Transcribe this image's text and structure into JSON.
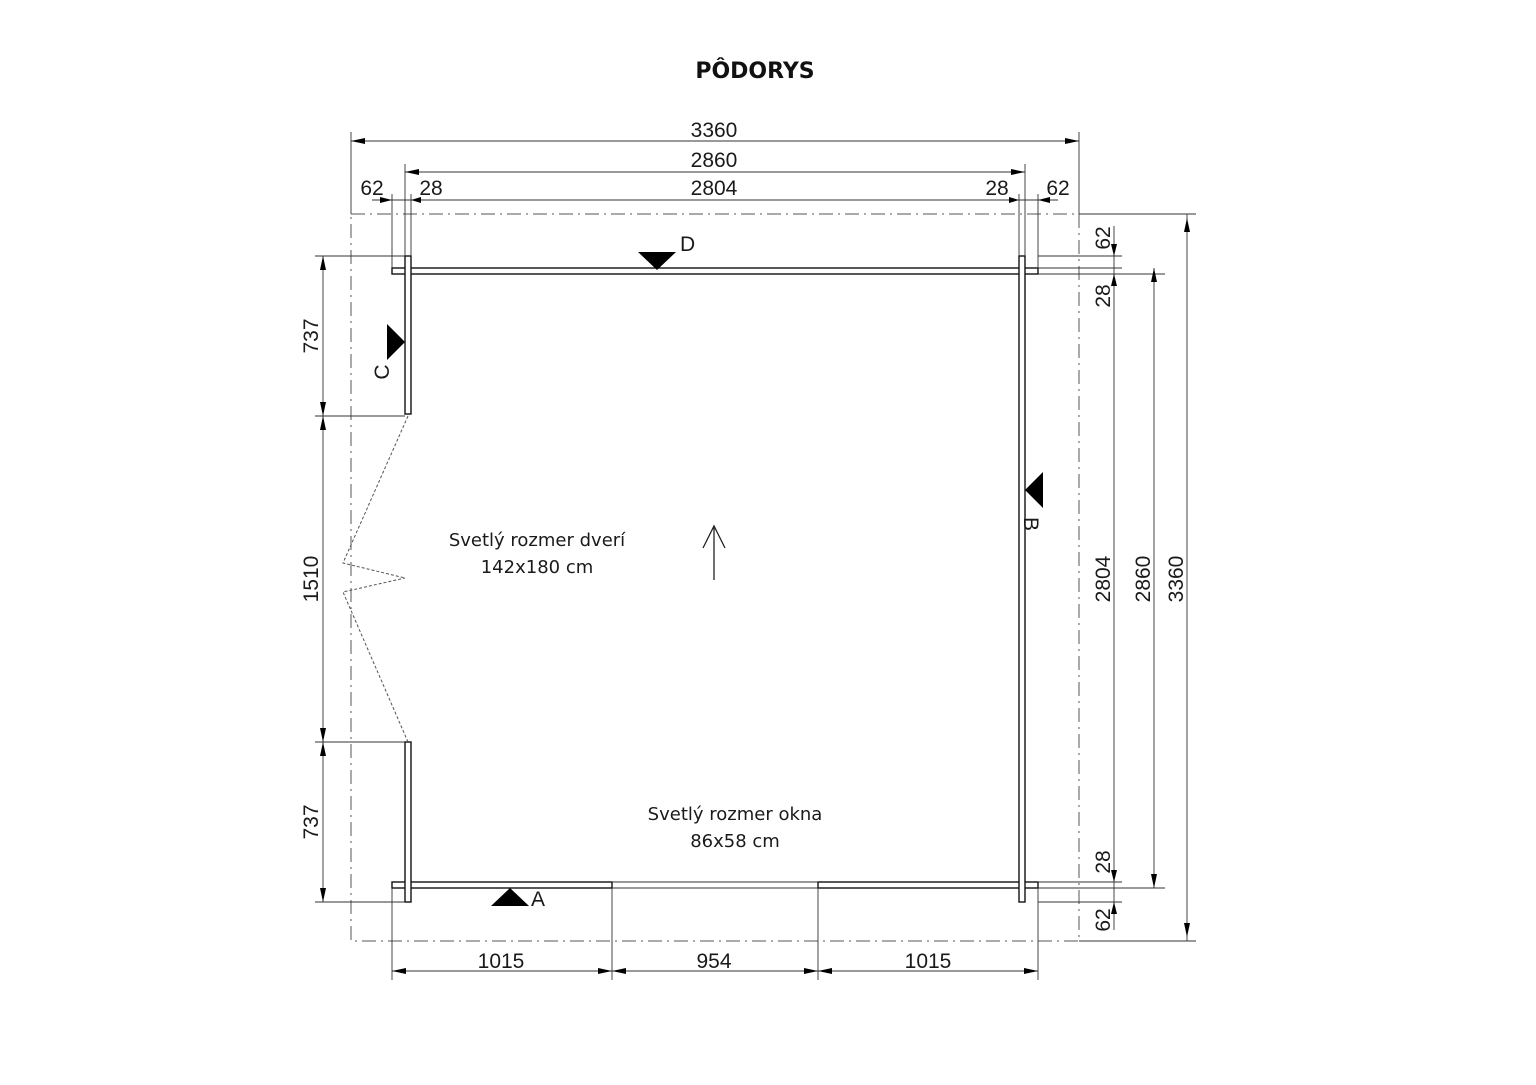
{
  "title": "PÔDORYS",
  "dimensions": {
    "top_overall": "3360",
    "top_inner": "2860",
    "top_clear": "2804",
    "top_left_overhang": "62",
    "top_left_wall": "28",
    "top_right_wall": "28",
    "top_right_overhang": "62",
    "right_top_overhang": "62",
    "right_top_wall": "28",
    "right_clear": "2804",
    "right_inner": "2860",
    "right_overall": "3360",
    "right_bottom_wall": "28",
    "right_bottom_overhang": "62",
    "left_top_segment": "737",
    "left_door": "1510",
    "left_bottom_segment": "737",
    "bottom_left": "1015",
    "bottom_window": "954",
    "bottom_right": "1015"
  },
  "markers": {
    "a": "A",
    "b": "B",
    "c": "C",
    "d": "D"
  },
  "notes": {
    "door_label": "Svetlý rozmer dverí",
    "door_size": "142x180 cm",
    "window_label": "Svetlý rozmer okna",
    "window_size": "86x58 cm"
  }
}
